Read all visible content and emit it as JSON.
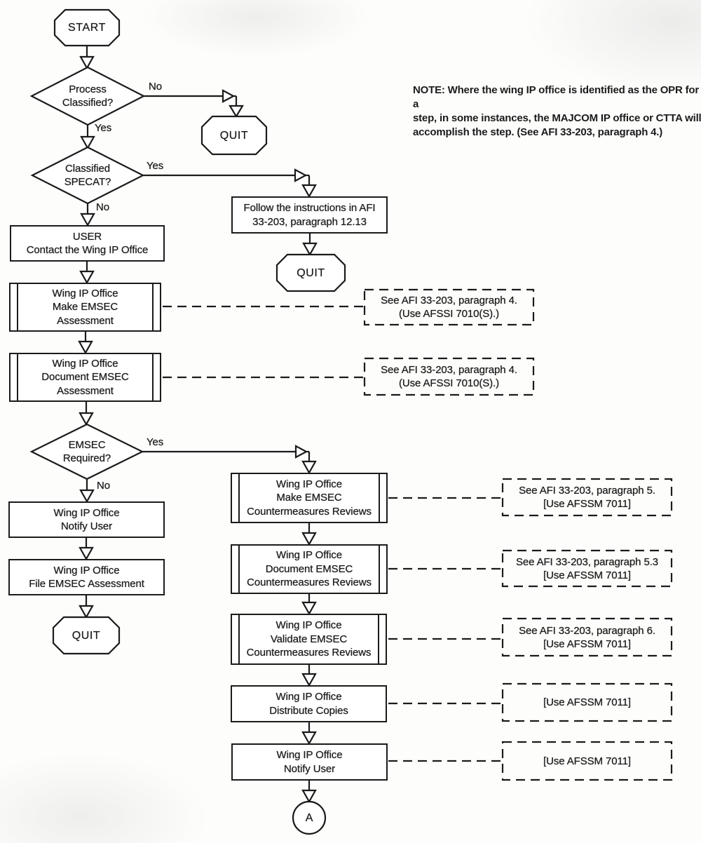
{
  "note": {
    "line1": "NOTE: Where the wing IP office is identified as the OPR for a",
    "line2": "step, in some instances, the MAJCOM IP office or CTTA will",
    "line3": "accomplish the step. (See AFI 33-203, paragraph 4.)"
  },
  "terminators": {
    "start": "START",
    "quit_top": "QUIT",
    "quit_mid": "QUIT",
    "quit_bottom": "QUIT"
  },
  "connector_a": "A",
  "decisions": {
    "process_classified": {
      "l1": "Process",
      "l2": "Classified?"
    },
    "classified_specat": {
      "l1": "Classified",
      "l2": "SPECAT?"
    },
    "emsec_required": {
      "l1": "EMSEC",
      "l2": "Required?"
    }
  },
  "branch_labels": {
    "process_classified_no": "No",
    "process_classified_yes": "Yes",
    "classified_specat_yes": "Yes",
    "classified_specat_no": "No",
    "emsec_required_yes": "Yes",
    "emsec_required_no": "No"
  },
  "processes": {
    "follow_instructions": {
      "l1": "Follow the instructions in AFI",
      "l2": "33-203, paragraph 12.13"
    },
    "user_contact": {
      "l1": "USER",
      "l2": "Contact the Wing IP Office"
    },
    "make_assessment": {
      "l1": "Wing IP Office",
      "l2": "Make EMSEC",
      "l3": "Assessment"
    },
    "document_assessment": {
      "l1": "Wing IP Office",
      "l2": "Document EMSEC",
      "l3": "Assessment"
    },
    "notify_user_left": {
      "l1": "Wing IP Office",
      "l2": "Notify User"
    },
    "file_assessment": {
      "l1": "Wing IP Office",
      "l2": "File EMSEC Assessment"
    },
    "make_reviews": {
      "l1": "Wing IP Office",
      "l2": "Make EMSEC",
      "l3": "Countermeasures Reviews"
    },
    "document_reviews": {
      "l1": "Wing IP Office",
      "l2": "Document EMSEC",
      "l3": "Countermeasures Reviews"
    },
    "validate_reviews": {
      "l1": "Wing IP Office",
      "l2": "Validate EMSEC",
      "l3": "Countermeasures Reviews"
    },
    "distribute_copies": {
      "l1": "Wing IP Office",
      "l2": "Distribute Copies"
    },
    "notify_user_right": {
      "l1": "Wing IP Office",
      "l2": "Notify User"
    }
  },
  "references": {
    "make_assessment": {
      "l1": "See AFI 33-203, paragraph 4.",
      "l2": "(Use AFSSI 7010(S).)"
    },
    "document_assessment": {
      "l1": "See AFI 33-203, paragraph 4.",
      "l2": "(Use AFSSI 7010(S).)"
    },
    "make_reviews": {
      "l1": "See AFI 33-203, paragraph 5.",
      "l2": "[Use AFSSM 7011]"
    },
    "document_reviews": {
      "l1": "See AFI 33-203, paragraph 5.3",
      "l2": "[Use AFSSM 7011]"
    },
    "validate_reviews": {
      "l1": "See AFI 33-203, paragraph 6.",
      "l2": "[Use AFSSM 7011]"
    },
    "distribute_copies": {
      "l1": "[Use AFSSM 7011]"
    },
    "notify_user": {
      "l1": "[Use AFSSM 7011]"
    }
  },
  "colors": {
    "ink": "#1b1b1b",
    "paper": "#fdfdfc"
  }
}
